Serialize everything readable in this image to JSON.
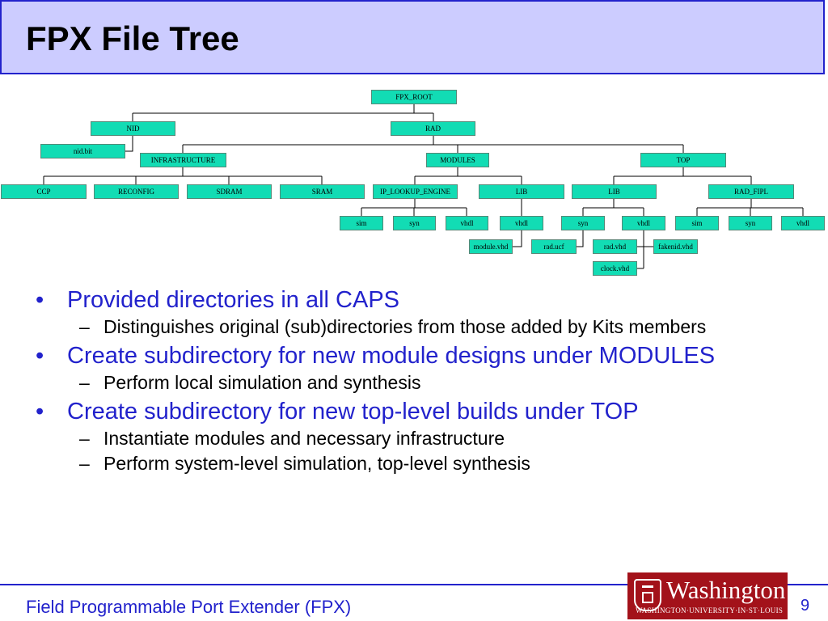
{
  "title": "FPX File Tree",
  "tree": {
    "nodes": [
      {
        "id": "fpx_root",
        "label": "FPX_ROOT"
      },
      {
        "id": "nid",
        "label": "NID"
      },
      {
        "id": "rad",
        "label": "RAD"
      },
      {
        "id": "nid_bit",
        "label": "nid.bit"
      },
      {
        "id": "infrastructure",
        "label": "INFRASTRUCTURE"
      },
      {
        "id": "modules",
        "label": "MODULES"
      },
      {
        "id": "top",
        "label": "TOP"
      },
      {
        "id": "ccp",
        "label": "CCP"
      },
      {
        "id": "reconfig",
        "label": "RECONFIG"
      },
      {
        "id": "sdram",
        "label": "SDRAM"
      },
      {
        "id": "sram",
        "label": "SRAM"
      },
      {
        "id": "ip_lookup_engine",
        "label": "IP_LOOKUP_ENGINE"
      },
      {
        "id": "lib_modules",
        "label": "LIB"
      },
      {
        "id": "lib_top",
        "label": "LIB"
      },
      {
        "id": "rad_fipl",
        "label": "RAD_FIPL"
      },
      {
        "id": "sim_ip",
        "label": "sim"
      },
      {
        "id": "syn_ip",
        "label": "syn"
      },
      {
        "id": "vhdl_ip",
        "label": "vhdl"
      },
      {
        "id": "vhdl_lib",
        "label": "vhdl"
      },
      {
        "id": "syn_lib",
        "label": "syn"
      },
      {
        "id": "vhdl_lib_top",
        "label": "vhdl"
      },
      {
        "id": "sim_fipl",
        "label": "sim"
      },
      {
        "id": "syn_fipl",
        "label": "syn"
      },
      {
        "id": "vhdl_fipl",
        "label": "vhdl"
      },
      {
        "id": "module_vhd",
        "label": "module.vhd"
      },
      {
        "id": "rad_ucf",
        "label": "rad.ucf"
      },
      {
        "id": "rad_vhd",
        "label": "rad.vhd"
      },
      {
        "id": "fakenid_vhd",
        "label": "fakenid.vhd"
      },
      {
        "id": "clock_vhd",
        "label": "clock.vhd"
      }
    ]
  },
  "bullets": [
    {
      "text": "Provided directories in all CAPS",
      "subs": [
        "Distinguishes original (sub)directories from those added by Kits members"
      ]
    },
    {
      "text": "Create subdirectory for new module designs under MODULES",
      "subs": [
        "Perform local simulation and synthesis"
      ]
    },
    {
      "text": "Create subdirectory for new top-level builds under TOP",
      "subs": [
        "Instantiate modules and necessary infrastructure",
        "Perform system-level simulation, top-level synthesis"
      ]
    }
  ],
  "footer": {
    "text": "Field Programmable Port Extender (FPX)",
    "page": "9"
  },
  "logo": {
    "word": "Washington",
    "sub": "WASHINGTON·UNIVERSITY·IN·ST·LOUIS"
  },
  "colors": {
    "node_fill": "#12dcb4",
    "title_bg": "#ccccff",
    "accent_blue": "#2222cc",
    "logo_red": "#a3121a"
  }
}
